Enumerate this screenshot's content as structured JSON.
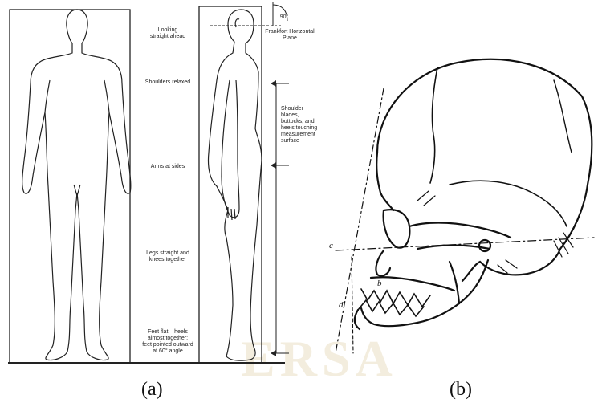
{
  "panel_a": {
    "labels": {
      "looking": "Looking\nstraight ahead",
      "shoulders": "Shoulders relaxed",
      "arms": "Arms at sides",
      "legs": "Legs straight and\nknees together",
      "feet": "Feet flat – heels\nalmost together;\nfeet pointed outward\nat 60° angle",
      "angle": "90°",
      "frankfort": "Frankfort Horizontal\nPlane",
      "blades": "Shoulder blades,\nbuttocks, and\nheels touching\nmeasurement\nsurface"
    },
    "caption": "(a)"
  },
  "panel_b": {
    "letters": {
      "c": "c",
      "b": "b",
      "d": "d"
    },
    "caption": "(b)"
  },
  "watermark": "ERSA"
}
